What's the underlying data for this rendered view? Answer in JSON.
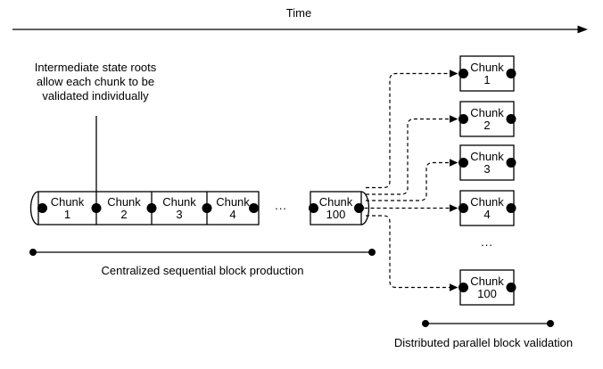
{
  "diagram": {
    "time_axis": {
      "label": "Time"
    },
    "annotation": {
      "line1": "Intermediate state roots",
      "line2": "allow each chunk to be",
      "line3": "validated individually"
    },
    "production": {
      "chunks": [
        {
          "name": "Chunk",
          "number": "1"
        },
        {
          "name": "Chunk",
          "number": "2"
        },
        {
          "name": "Chunk",
          "number": "3"
        },
        {
          "name": "Chunk",
          "number": "4"
        }
      ],
      "ellipsis": "...",
      "final_chunk": {
        "name": "Chunk",
        "number": "100"
      },
      "caption": "Centralized sequential block production"
    },
    "validation": {
      "chunks": [
        {
          "name": "Chunk",
          "number": "1"
        },
        {
          "name": "Chunk",
          "number": "2"
        },
        {
          "name": "Chunk",
          "number": "3"
        },
        {
          "name": "Chunk",
          "number": "4"
        }
      ],
      "ellipsis": "...",
      "final_chunk": {
        "name": "Chunk",
        "number": "100"
      },
      "caption": "Distributed parallel block validation"
    },
    "colors": {
      "stroke": "#000000",
      "background": "#ffffff"
    }
  }
}
